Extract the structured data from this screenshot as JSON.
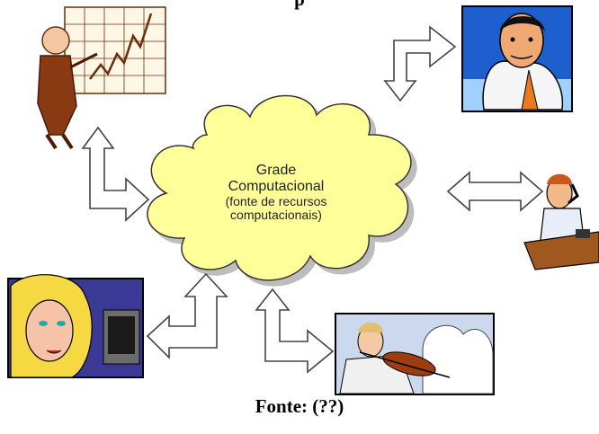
{
  "title_partial": "p",
  "cloud": {
    "line1": "Grade",
    "line2": "Computacional",
    "line3": "(fonte de recursos",
    "line4": "computacionais)"
  },
  "caption": "Fonte: (??)",
  "icons": [
    "business-chart-man-icon",
    "businessman-portrait-icon",
    "phone-desk-man-icon",
    "violin-player-icon",
    "woman-computer-icon"
  ],
  "colors": {
    "cloud_fill": "#ffff99",
    "cloud_stroke": "#333333",
    "arrow_stroke": "#444444"
  }
}
